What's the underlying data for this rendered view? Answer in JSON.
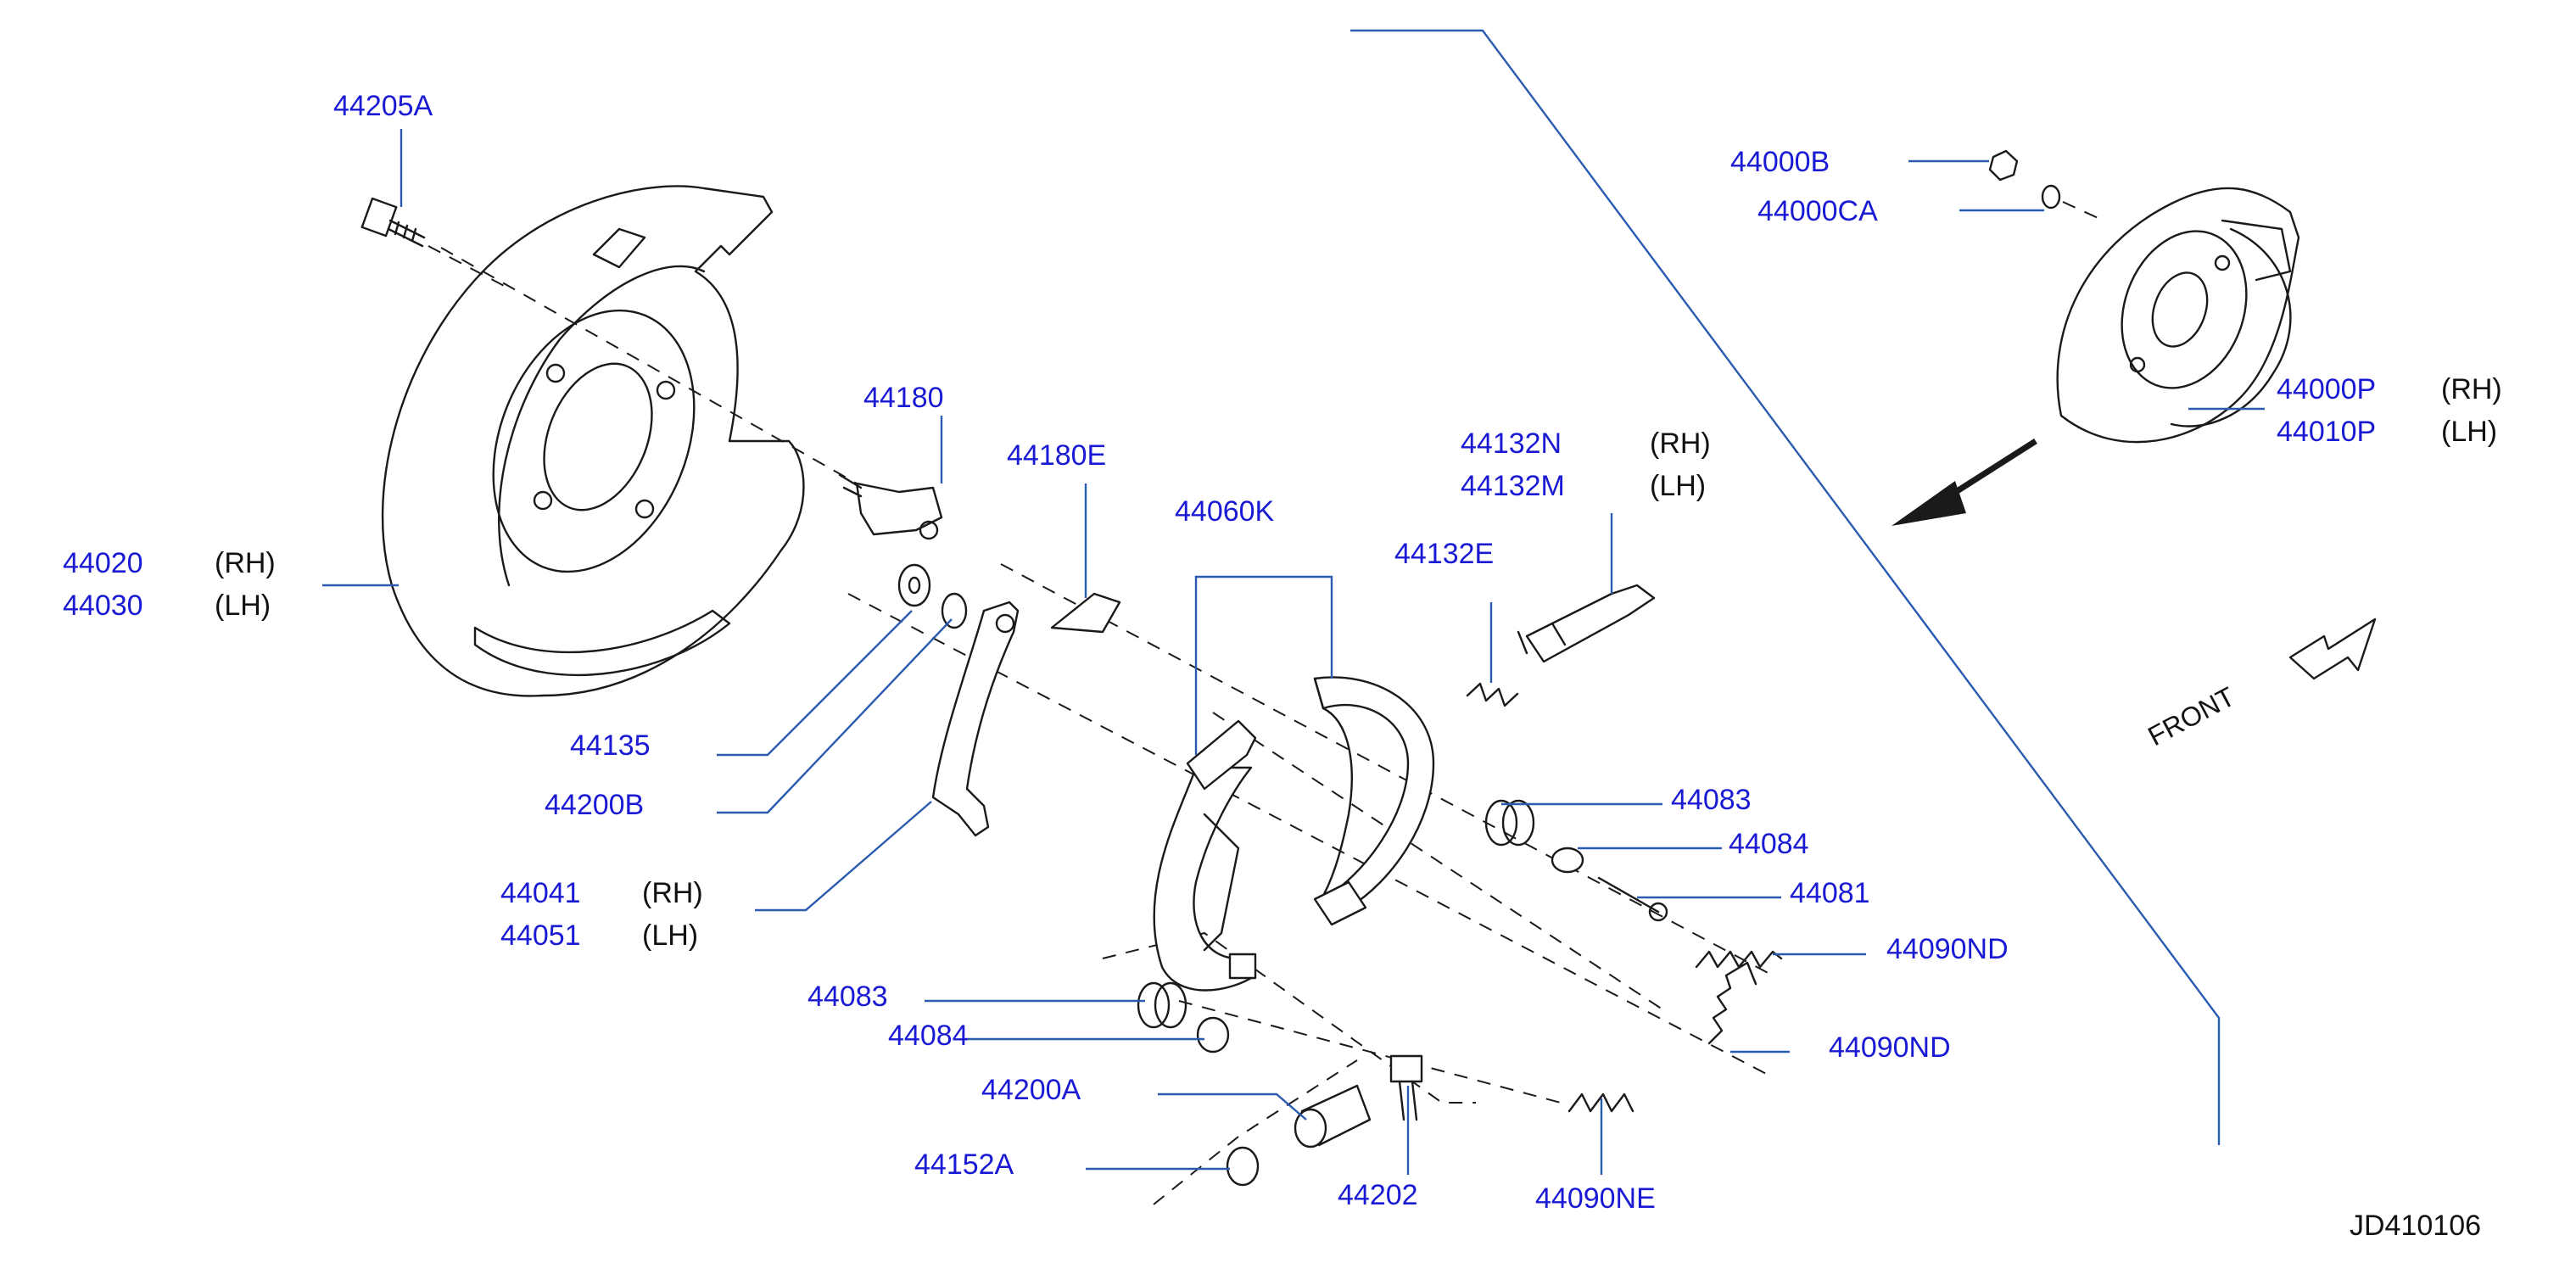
{
  "callouts": {
    "c44205A": "44205A",
    "c44020": "44020",
    "c44030": "44030",
    "c44180": "44180",
    "c44180E": "44180E",
    "c44060K": "44060K",
    "c44132N": "44132N",
    "c44132M": "44132M",
    "c44132E": "44132E",
    "c44135": "44135",
    "c44200B": "44200B",
    "c44041": "44041",
    "c44051": "44051",
    "c44083_right": "44083",
    "c44084_right": "44084",
    "c44081": "44081",
    "c44090ND_upper": "44090ND",
    "c44090ND_lower": "44090ND",
    "c44083_left": "44083",
    "c44084_left": "44084",
    "c44200A": "44200A",
    "c44152A": "44152A",
    "c44202": "44202",
    "c44090NE": "44090NE",
    "c44000B": "44000B",
    "c44000CA": "44000CA",
    "c44000P": "44000P",
    "c44010P": "44010P"
  },
  "sides": {
    "rh": "(RH)",
    "lh": "(LH)"
  },
  "front_label": "FRONT",
  "drawing_id": "JD410106",
  "icons": {
    "backing_plate": "brake-backing-plate-icon",
    "shoe": "brake-shoe-icon",
    "assembly": "parking-brake-assembly-icon",
    "arrow": "front-direction-arrow-icon"
  },
  "colors": {
    "part_number": "#1a1ad4",
    "leader_line": "#2a5bb0",
    "drawing_ink": "#1a1a1a",
    "background": "#ffffff"
  }
}
